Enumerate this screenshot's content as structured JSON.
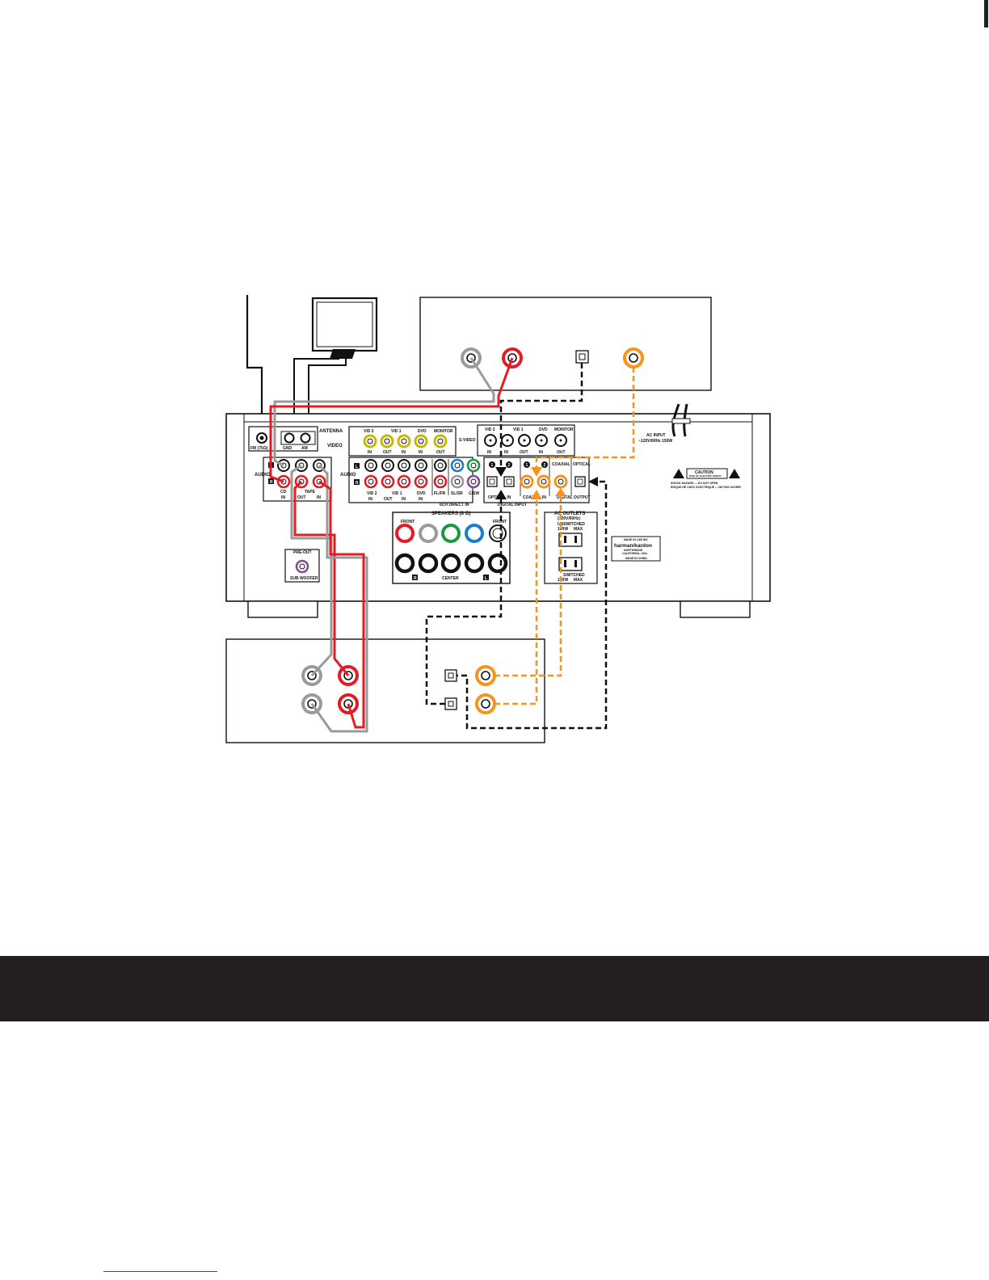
{
  "receiver": {
    "antenna": {
      "title": "ANTENNA",
      "fm": "FM (75Ω)",
      "gnd": "GND",
      "am": "AM"
    },
    "video": {
      "label": "VIDEO",
      "columns": [
        "VID 2",
        "VID 1",
        "DVD",
        "MONITOR"
      ],
      "ports": [
        "IN",
        "OUT",
        "IN",
        "IN",
        "OUT"
      ]
    },
    "svideo": {
      "label": "S-VIDEO",
      "columns": [
        "VID 2",
        "VID 1",
        "DVD",
        "MONITOR"
      ],
      "ports": [
        "IN",
        "IN",
        "OUT",
        "IN",
        "OUT"
      ]
    },
    "audio_left": {
      "label": "AUDIO",
      "left": "L",
      "right": "R",
      "cd": "CD",
      "cd_in": "IN",
      "tape": "TAPE",
      "tape_out": "OUT",
      "tape_in": "IN"
    },
    "audio_main": {
      "label": "AUDIO",
      "left": "L",
      "right": "R",
      "bottom_labels": [
        "VID 2",
        "VID 1",
        "DVD",
        "FL/FR",
        "SL/SR",
        "C/SW"
      ],
      "sub_labels": [
        "IN",
        "OUT",
        "IN",
        "IN"
      ],
      "direct_in": "6CH DIRECT IN"
    },
    "digital": {
      "input_label": "DIGITAL INPUT",
      "optical_in": "OPTICAL IN",
      "coaxial_in": "COAXIAL IN",
      "coaxial": "COAXIAL",
      "optical": "OPTICAL",
      "output_label": "DIGITAL OUTPUT",
      "num1": "1",
      "num2": "2"
    },
    "speakers": {
      "title": "SPEAKERS (8 Ω)",
      "front_left": "FRONT",
      "front_right": "FRONT",
      "center": "CENTER",
      "r": "R",
      "l": "L"
    },
    "ac_outlets": {
      "title": "AC OUTLETS",
      "subtitle": "(120V/60Hz)",
      "unswitched": "UNSWITCHED",
      "switched": "SWITCHED",
      "left_spec": "100W",
      "right_spec": "MAX"
    },
    "ac_input": {
      "title": "AC INPUT",
      "spec": "~120V/60Hz 150W"
    },
    "caution": {
      "title": "CAUTION",
      "line1": "RISK OF ELECTRIC SHOCK",
      "line2": "DO NOT OPEN"
    },
    "warning": {
      "line1": "SHOCK HAZARD — DO NOT OPEN",
      "line2": "RISQUE DE CHOC ELECTRIQUE — NE PAS OUVRIR"
    },
    "brand": {
      "line1": "MADE IN LAB INC",
      "logo": "harman/kardon",
      "line2": "NORTHRIDGE",
      "line3": "CALIFORNIA, USA",
      "line4": "MADE IN CHINA"
    },
    "preout": {
      "title": "PRE-OUT",
      "sub": "SUB WOOFER"
    }
  },
  "colors": {
    "red": "#e31b23",
    "orange": "#f7931e",
    "black": "#111111",
    "gray": "#9a9a9a",
    "green": "#1a9a3a",
    "blue": "#1a7ec8",
    "yellow": "#c9b800",
    "purple": "#8a4a9a",
    "band": "#231f20"
  },
  "icons": [
    "warning-triangle-icon",
    "optical-port-icon",
    "rca-jack-icon",
    "antenna-loop-icon"
  ]
}
